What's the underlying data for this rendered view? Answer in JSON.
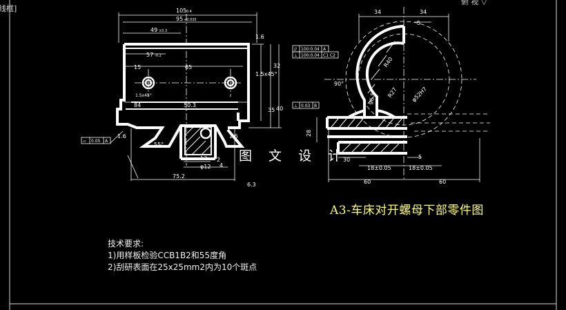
{
  "window": {
    "corner_label": "线框]",
    "view_label": "俯 视 ▽"
  },
  "drawing": {
    "title": "A3-车床对开螺母下部零件图",
    "watermark": "图 文 设 计",
    "tech_requirements": {
      "heading": "技术要求:",
      "items": [
        "1)用样板检验CCB1B2和55度角",
        "2)刮研表面在25x25mm2内为10个斑点"
      ]
    },
    "dims_left": {
      "d105": "105",
      "d105_tol": "-0.4",
      "d95": "95",
      "d95_tol": "+0.035",
      "d49": "49",
      "d49_tol": "±0.3",
      "d57": "57",
      "d57_tol": "-0.2",
      "d15": "15",
      "d65": "65",
      "d32": "32",
      "d35": "35",
      "d40": "40",
      "d1_5x45_right": "1.5x45°",
      "d1_5x45_left": "1.5x45°",
      "d84": "84",
      "d50_3": "50.3",
      "d75_2": "75.2",
      "d13": "13",
      "d12": "φ12",
      "d55": "55°",
      "d6_3": "6.3",
      "d1_6a": "1.6",
      "d1_6b": "1.6",
      "d1_6c": "1.6",
      "d2": "2",
      "d4": "4"
    },
    "dims_right": {
      "d34_left": "34",
      "d34_right": "34",
      "d5_top": "5",
      "d5_bot": "5",
      "d96_5": "96.5",
      "d90": "90°",
      "dR40": "R40",
      "dR27": "R27",
      "d52": "φ52H7",
      "d28": "28",
      "d30": "30",
      "d18a": "18±0.05",
      "d18b": "18±0.05",
      "d60_left": "60",
      "d60_right": "60"
    },
    "tolerances": {
      "flatness_left": "0.05",
      "flatness_left_datum": "A",
      "parallel_a": "100:0.04",
      "parallel_a_datum": "A",
      "perp_c": "100:0.04",
      "perp_c_datum": "C1 C2",
      "perp_b": "0.03",
      "perp_b_datum": "B"
    }
  }
}
